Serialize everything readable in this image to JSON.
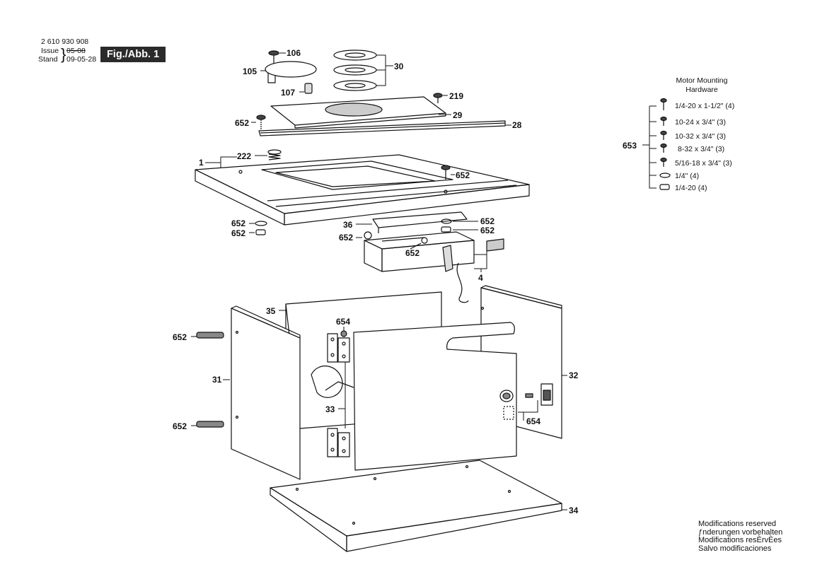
{
  "header": {
    "part_number": "2 610 930 908",
    "issue_label": "Issue",
    "issue_date": "05-08",
    "stand_label": "Stand",
    "stand_date": "09-05-28",
    "figure_label": "Fig./Abb. 1"
  },
  "hardware": {
    "title_line1": "Motor Mounting",
    "title_line2": "Hardware",
    "group_ref": "653",
    "items": [
      "1/4-20 x 1-1/2\" (4)",
      "10-24 x 3/4\" (3)",
      "10-32 x 3/4\" (3)",
      "8-32 x 3/4\" (3)",
      "5/16-18 x 3/4\" (3)",
      "1/4\" (4)",
      "1/4-20 (4)"
    ]
  },
  "callouts": {
    "c106": "106",
    "c105": "105",
    "c107": "107",
    "c30": "30",
    "c219": "219",
    "c29": "29",
    "c28": "28",
    "c652a": "652",
    "c1": "1",
    "c222": "222",
    "c652b": "652",
    "c652c": "652",
    "c652d": "652",
    "c36": "36",
    "c652e": "652",
    "c652f": "652",
    "c652g": "652",
    "c652h": "652",
    "c4": "4",
    "c35": "35",
    "c654a": "654",
    "c652i": "652",
    "c31": "31",
    "c32": "32",
    "c33": "33",
    "c654b": "654",
    "c652j": "652",
    "c34": "34"
  },
  "modifications": [
    "Modifications reserved",
    "ƒnderungen vorbehalten",
    "Modifications resÈrvÈes",
    "Salvo modificaciones"
  ]
}
